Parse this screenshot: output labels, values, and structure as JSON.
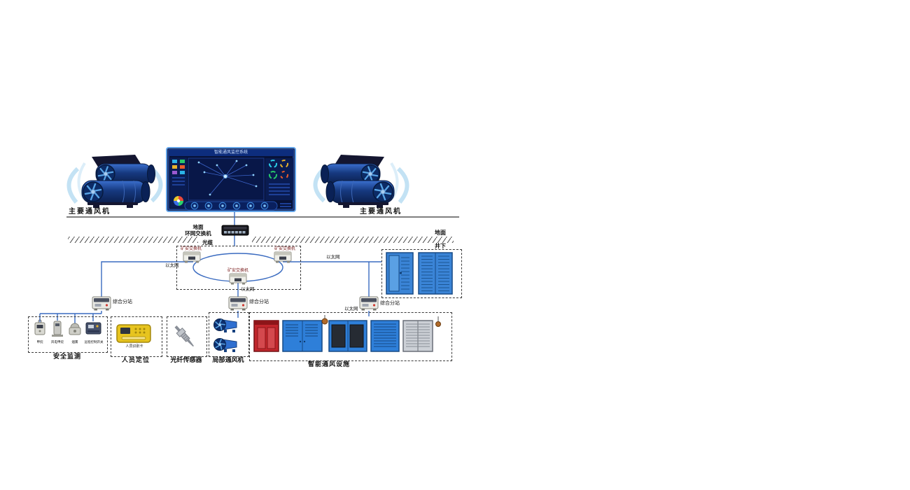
{
  "colors": {
    "link_blue": "#3a6bc0",
    "fan_blue": "#16397f",
    "cabinet_blue": "#2e7fd9",
    "door_red": "#c2262c",
    "reader_yellow": "#e7c41f"
  },
  "fans": {
    "left_label": "主要通风机",
    "right_label": "主要通风机"
  },
  "monitor": {
    "title": "智能通风监控系统"
  },
  "surface": {
    "switch_label_line1": "地面",
    "switch_label_line2": "环网交换机",
    "fiber_label": "光缆",
    "ground_label": "地面",
    "underground_label": "井下"
  },
  "ring": {
    "switch_top_left": "矿安交换机",
    "switch_top_right": "矿安交换机",
    "switch_bottom": "矿安交换机"
  },
  "ethernet": {
    "left": "以太网",
    "right": "以太网",
    "center": "以太网",
    "lower": "以太网"
  },
  "substations": {
    "left": "综合分站",
    "center": "综合分站",
    "right": "综合分站"
  },
  "groups": {
    "safety": {
      "label": "安全监测",
      "items": [
        "甲烷",
        "风电甲烷",
        "烟雾",
        "远程控制开关"
      ]
    },
    "personnel": {
      "label": "人员定位",
      "device_label": "人员识别卡"
    },
    "fiber_sensor": {
      "label": "光纤传感器"
    },
    "local_fan": {
      "label": "局部通风机"
    },
    "smart_vent": {
      "label": "智能通风设施"
    }
  }
}
